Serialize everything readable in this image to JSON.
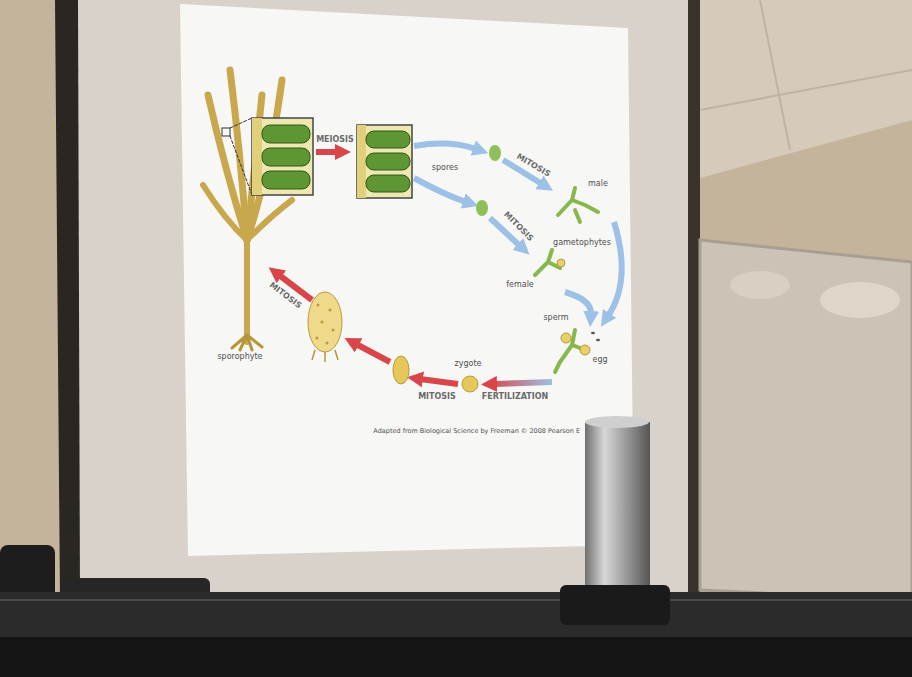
{
  "diagram": {
    "labels": [
      "MEIOSIS",
      "spores",
      "MITOSIS",
      "MITOSIS",
      "male",
      "gametophytes",
      "female",
      "sperm",
      "egg",
      "FERTILIZATION",
      "zygote",
      "MITOSIS",
      "MITOSIS",
      "sporophyte",
      "Adapted from Biological Science by Freeman © 2008 Pearson E"
    ]
  }
}
